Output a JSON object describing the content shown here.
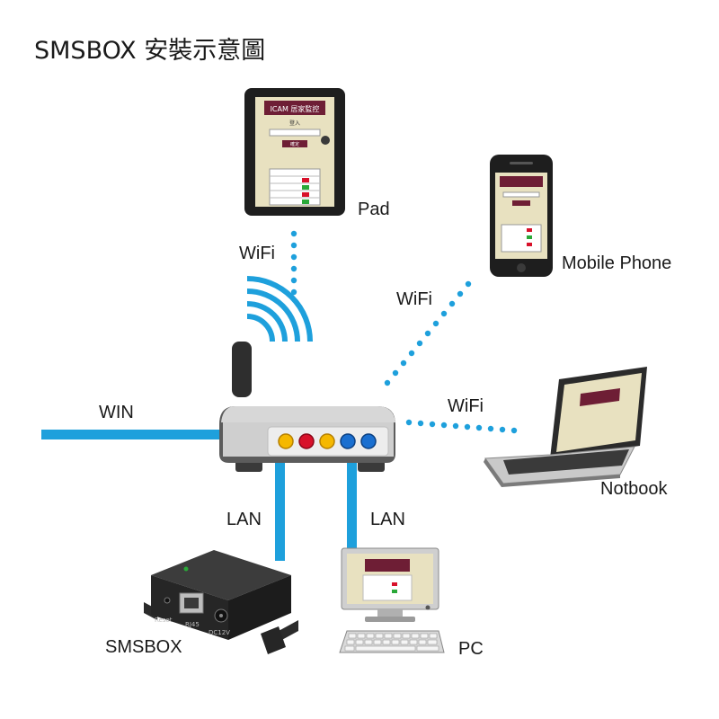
{
  "title": "SMSBOX 安裝示意圖",
  "labels": {
    "pad": "Pad",
    "mobile": "Mobile Phone",
    "notebook": "Notbook",
    "pc": "PC",
    "smsbox": "SMSBOX",
    "win": "WIN",
    "wifi_pad": "WiFi",
    "wifi_phone": "WiFi",
    "wifi_notebook": "WiFi",
    "lan_left": "LAN",
    "lan_right": "LAN"
  },
  "device_screen": {
    "app_title": "ICAM 居家監控",
    "login": "登入",
    "confirm": "確定"
  },
  "smsbox_ports": {
    "reset": "Reset",
    "rj45": "RJ45",
    "power": "DC12V"
  },
  "colors": {
    "cable": "#1ea0dc",
    "wifi": "#1ea0dc",
    "router_body": "#d4d4d4",
    "router_dark": "#5a5a5a",
    "led_yellow": "#f5b800",
    "led_red": "#d8112a",
    "led_blue": "#1a6fd0",
    "screen_bg": "#e8e1c0",
    "screen_header": "#6e1e35"
  }
}
